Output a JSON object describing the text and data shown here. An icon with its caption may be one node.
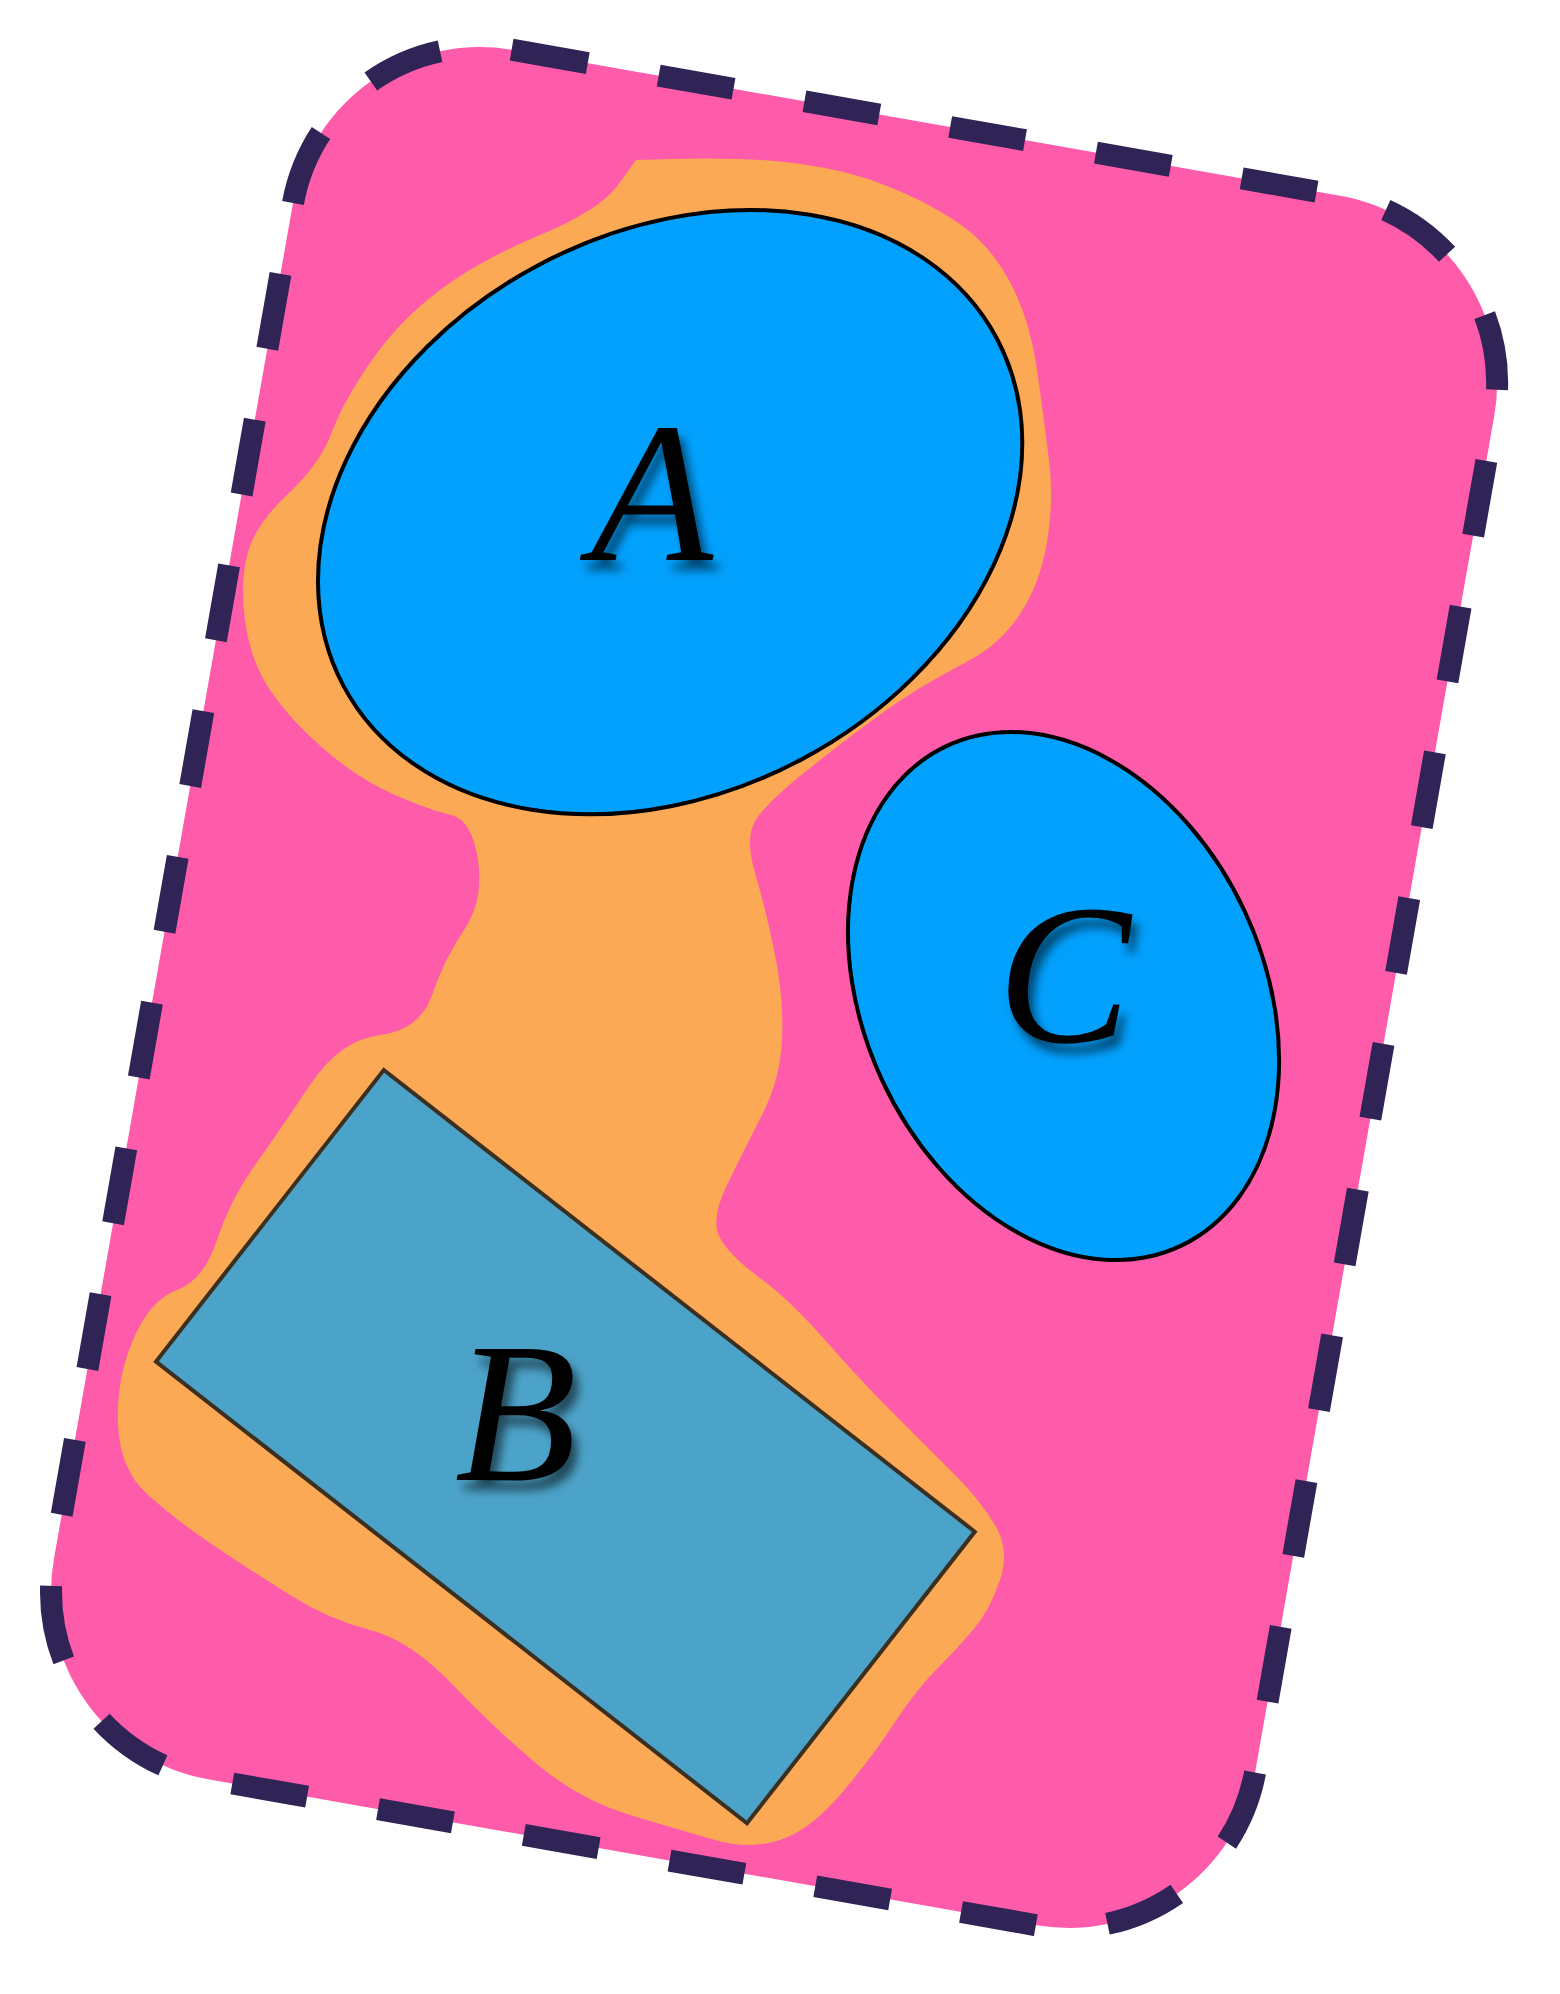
{
  "diagram": {
    "nodes": [
      {
        "text": [],
        "shape": "box"
      },
      {
        "text": [],
        "shape": "blob",
        "in": 0
      },
      {
        "text": [
          "A"
        ],
        "in": 1
      },
      {
        "text": [
          "C"
        ],
        "in": 0
      },
      {
        "text": [
          "B"
        ],
        "in": 1
      }
    ]
  }
}
